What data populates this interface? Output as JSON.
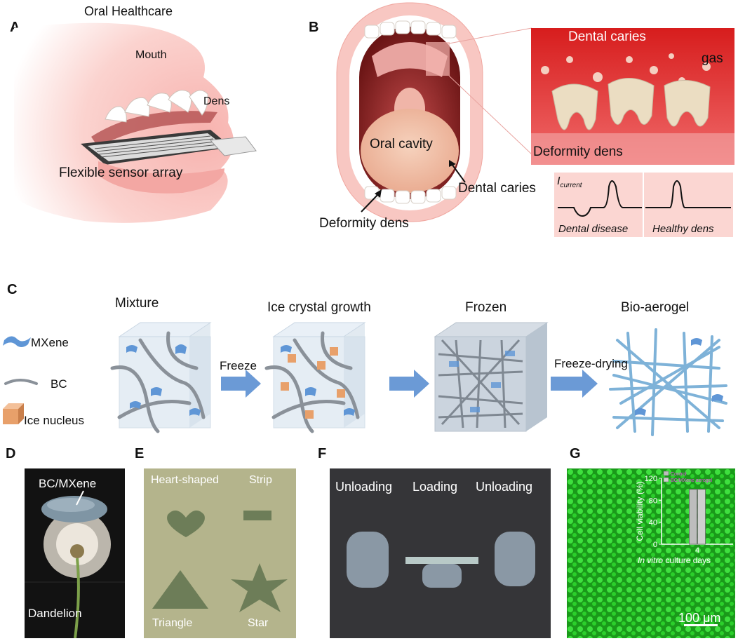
{
  "panels": {
    "A": {
      "letter": "A",
      "title": "Oral Healthcare",
      "labels": {
        "mouth": "Mouth",
        "dens": "Dens",
        "sensor": "Flexible sensor array"
      }
    },
    "B": {
      "letter": "B",
      "labels": {
        "oral_cavity": "Oral cavity",
        "dental_caries_arrow": "Dental caries",
        "deformity_dens_arrow": "Deformity dens",
        "inset_title": "Dental caries",
        "inset_gas": "gas",
        "inset_bottom": "Deformity dens",
        "signal_y_main": "I",
        "signal_y_sub": "current",
        "signal_left": "Dental disease",
        "signal_right": "Healthy dens"
      }
    },
    "C": {
      "letter": "C",
      "stages": [
        "Mixture",
        "Ice crystal growth",
        "Frozen",
        "Bio-aerogel"
      ],
      "legend": [
        "MXene",
        "BC",
        "Ice nucleus"
      ],
      "arrows": [
        "Freeze",
        "",
        "Freeze-drying"
      ],
      "colors": {
        "mxene": "#5f96d6",
        "fiber": "#8a9199",
        "ice": "#e8a06a",
        "cube": "#dfe9f2"
      }
    },
    "D": {
      "letter": "D",
      "labels": {
        "top": "BC/MXene",
        "bottom": "Dandelion"
      }
    },
    "E": {
      "letter": "E",
      "labels": {
        "heart": "Heart-shaped",
        "strip": "Strip",
        "triangle": "Triangle",
        "star": "Star"
      }
    },
    "F": {
      "letter": "F",
      "labels": [
        "Unloading",
        "Loading",
        "Unloading"
      ]
    },
    "G": {
      "letter": "G",
      "scale_bar": "100 μm",
      "inset": {
        "y_label": "Cell viability (%)",
        "x_label_italic": "In vitro",
        "x_label_rest": " culture days",
        "legend": [
          "Control",
          "BC/MXene aerogel"
        ]
      }
    }
  },
  "chart_data": {
    "type": "bar",
    "title": "",
    "categories": [
      "4"
    ],
    "series": [
      {
        "name": "Control",
        "values": [
          100
        ]
      },
      {
        "name": "BC/MXene aerogel",
        "values": [
          100
        ]
      }
    ],
    "xlabel": "In vitro culture days",
    "ylabel": "Cell viability (%)",
    "ylim": [
      0,
      120
    ],
    "yticks": [
      0,
      40,
      80,
      120
    ]
  }
}
